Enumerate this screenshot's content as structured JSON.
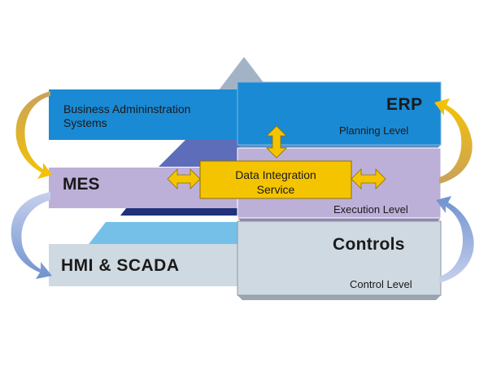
{
  "labels": {
    "business_line1": "Business Admininstration",
    "business_line2": "Systems",
    "erp": "ERP",
    "planning_level": "Planning Level",
    "mes": "MES",
    "data_integration_line1": "Data Integration",
    "data_integration_line2": "Service",
    "execution_level": "Execution Level",
    "controls": "Controls",
    "hmi_scada": "HMI & SCADA",
    "control_level": "Control Level"
  },
  "colors": {
    "erp_blue": "#1a8ad4",
    "mes_lavender": "#bdb0d8",
    "controls_gray": "#cfd9e1",
    "integration_yellow": "#f5c400",
    "pyramid_gray": "#a3b3c6",
    "pyramid_purple": "#5d6db9",
    "pyramid_navy": "#1f327a",
    "pyramid_lightblue": "#75c0e8",
    "arrow_tan": "#c9a25b",
    "arrow_yellow": "#f5c400",
    "arrow_blue": "#7d9fd3"
  }
}
